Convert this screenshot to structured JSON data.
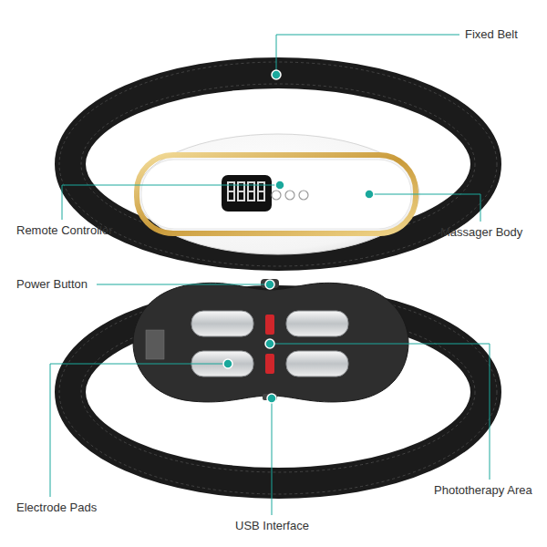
{
  "diagram": {
    "labels": [
      "Fixed Belt",
      "Remote Controller",
      "Massager Body",
      "Power Button",
      "Electrode Pads",
      "USB Interface",
      "Phototherapy Area"
    ]
  }
}
